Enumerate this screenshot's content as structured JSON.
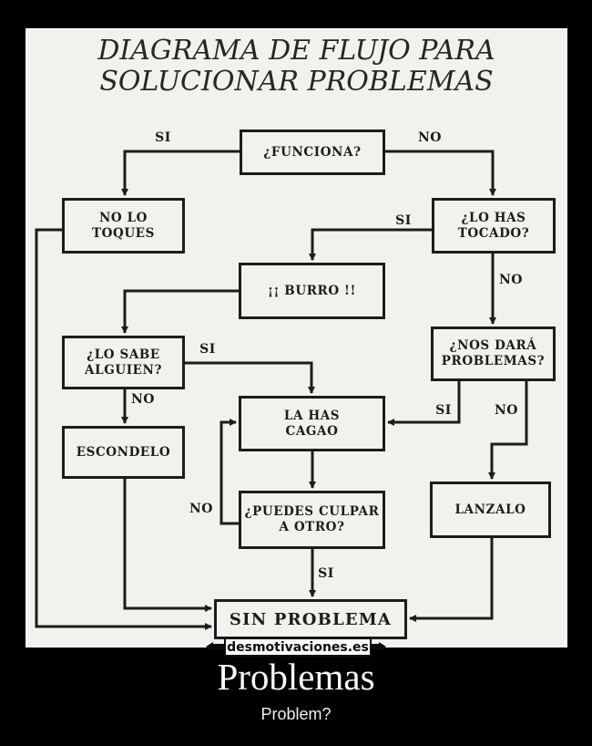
{
  "poster": {
    "title_lines": [
      "DIAGRAMA DE FLUJO PARA",
      "SOLUCIONAR PROBLEMAS"
    ],
    "nodes": [
      {
        "id": "funciona",
        "lines": [
          "¿FUNCIONA?"
        ]
      },
      {
        "id": "no-lo-toques",
        "lines": [
          "NO LO",
          "TOQUES"
        ]
      },
      {
        "id": "lo-has-tocado",
        "lines": [
          "¿LO HAS",
          "TOCADO?"
        ]
      },
      {
        "id": "burro",
        "lines": [
          "¡¡ BURRO !!"
        ]
      },
      {
        "id": "lo-sabe-alguien",
        "lines": [
          "¿LO SABE",
          "ALGUIEN?"
        ]
      },
      {
        "id": "nos-dara-problemas",
        "lines": [
          "¿NOS DARÁ",
          "PROBLEMAS?"
        ]
      },
      {
        "id": "escondelo",
        "lines": [
          "ESCONDELO"
        ]
      },
      {
        "id": "la-has-cagao",
        "lines": [
          "LA HAS",
          "CAGAO"
        ]
      },
      {
        "id": "puedes-culpar-a-otro",
        "lines": [
          "¿PUEDES CULPAR",
          "A OTRO?"
        ]
      },
      {
        "id": "lanzalo",
        "lines": [
          "LANZALO"
        ]
      },
      {
        "id": "sin-problema",
        "lines": [
          "SIN PROBLEMA"
        ]
      }
    ],
    "edges": [
      {
        "from": "funciona",
        "to": "no-lo-toques",
        "label": "SI"
      },
      {
        "from": "funciona",
        "to": "lo-has-tocado",
        "label": "NO"
      },
      {
        "from": "lo-has-tocado",
        "to": "burro",
        "label": "SI"
      },
      {
        "from": "lo-has-tocado",
        "to": "nos-dara-problemas",
        "label": "NO"
      },
      {
        "from": "burro",
        "to": "lo-sabe-alguien",
        "label": ""
      },
      {
        "from": "lo-sabe-alguien",
        "to": "la-has-cagao",
        "label": "SI"
      },
      {
        "from": "lo-sabe-alguien",
        "to": "escondelo",
        "label": "NO"
      },
      {
        "from": "nos-dara-problemas",
        "to": "la-has-cagao",
        "label": "SI"
      },
      {
        "from": "nos-dara-problemas",
        "to": "lanzalo",
        "label": "NO"
      },
      {
        "from": "la-has-cagao",
        "to": "puedes-culpar-a-otro",
        "label": ""
      },
      {
        "from": "puedes-culpar-a-otro",
        "to": "la-has-cagao",
        "label": "NO"
      },
      {
        "from": "puedes-culpar-a-otro",
        "to": "sin-problema",
        "label": "SI"
      },
      {
        "from": "escondelo",
        "to": "sin-problema",
        "label": ""
      },
      {
        "from": "no-lo-toques",
        "to": "sin-problema",
        "label": ""
      },
      {
        "from": "lanzalo",
        "to": "sin-problema",
        "label": ""
      }
    ],
    "watermark": "desmotivaciones.es"
  },
  "caption": {
    "title": "Problemas",
    "subtitle": "Problem?"
  },
  "colors": {
    "background": "#000000",
    "paper": "#f3f1ee",
    "ink": "#1c1c1c",
    "caption_text": "#f7f7f7"
  }
}
